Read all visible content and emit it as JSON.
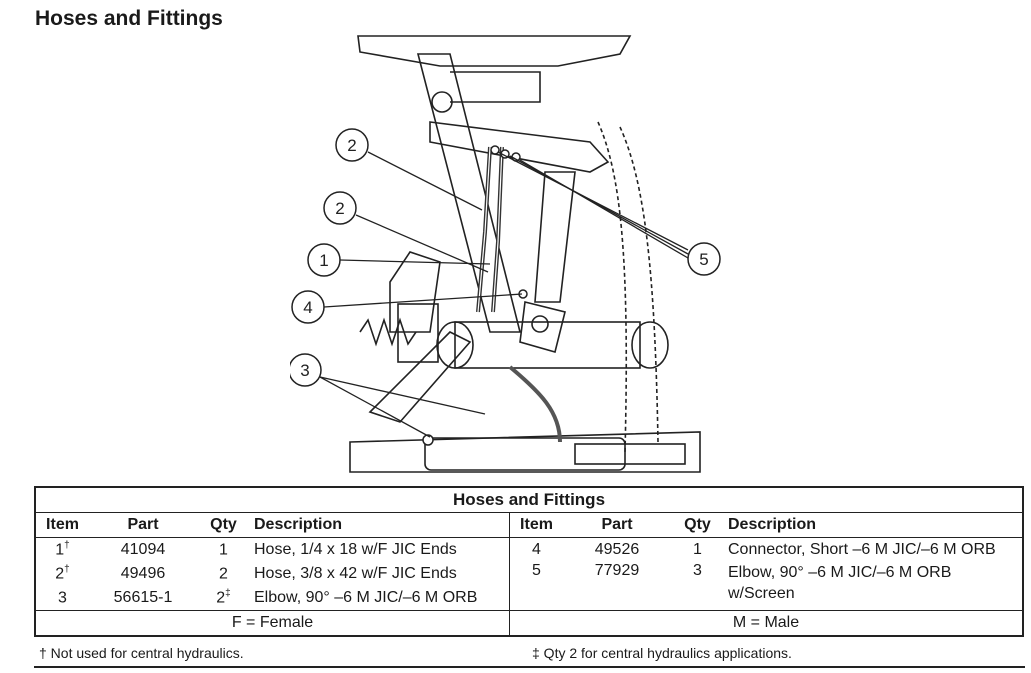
{
  "page_title": "Hoses and Fittings",
  "callouts": [
    "2",
    "2",
    "1",
    "4",
    "3",
    "5"
  ],
  "table": {
    "title": "Hoses and Fittings",
    "headers": {
      "item": "Item",
      "part": "Part",
      "qty": "Qty",
      "description": "Description"
    },
    "left_rows": [
      {
        "item": "1",
        "mark": "†",
        "part": "41094",
        "qty": "1",
        "qty_mark": "",
        "description": "Hose, 1/4 x 18 w/F JIC Ends"
      },
      {
        "item": "2",
        "mark": "†",
        "part": "49496",
        "qty": "2",
        "qty_mark": "",
        "description": "Hose, 3/8 x 42 w/F JIC Ends"
      },
      {
        "item": "3",
        "mark": "",
        "part": "56615-1",
        "qty": "2",
        "qty_mark": "‡",
        "description": "Elbow, 90° –6 M JIC/–6 M ORB"
      }
    ],
    "right_rows": [
      {
        "item": "4",
        "part": "49526",
        "qty": "1",
        "description": "Connector, Short –6 M JIC/–6 M ORB"
      },
      {
        "item": "5",
        "part": "77929",
        "qty": "3",
        "description": "Elbow, 90° –6 M JIC/–6 M ORB w/Screen"
      }
    ],
    "footer_left": "F = Female",
    "footer_right": "M = Male"
  },
  "notes": {
    "dagger": "† Not used for central hydraulics.",
    "double_dagger": "‡ Qty 2 for central hydraulics applications."
  }
}
